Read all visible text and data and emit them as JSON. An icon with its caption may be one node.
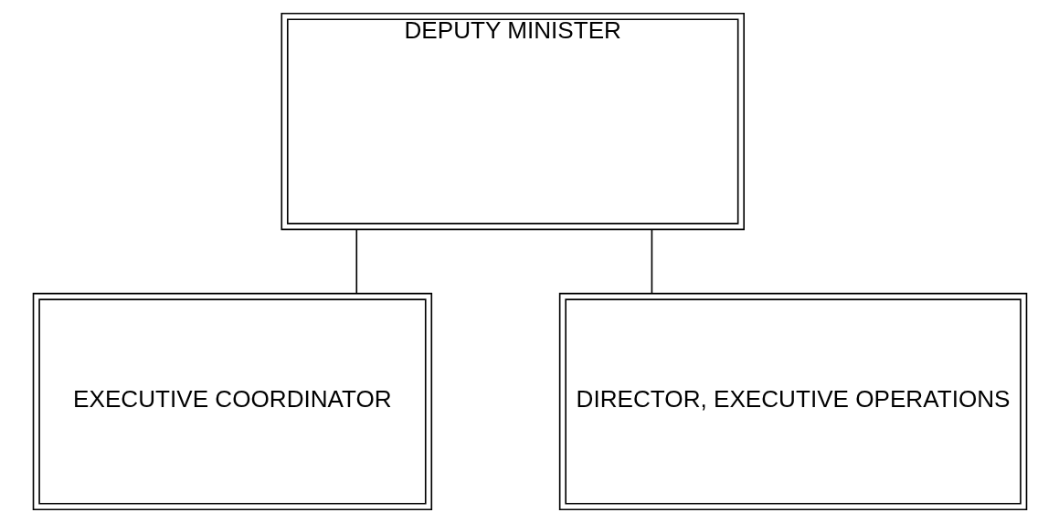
{
  "diagram": {
    "nodes": [
      {
        "text": [
          "DEPUTY MINISTER"
        ]
      },
      {
        "text": [
          "EXECUTIVE COORDINATOR"
        ]
      },
      {
        "text": [
          "DIRECTOR, EXECUTIVE OPERATIONS"
        ]
      }
    ],
    "edges": [
      {
        "from": 0,
        "to": 1,
        "arrow": "none"
      },
      {
        "from": 0,
        "to": 2,
        "arrow": "none"
      }
    ]
  }
}
